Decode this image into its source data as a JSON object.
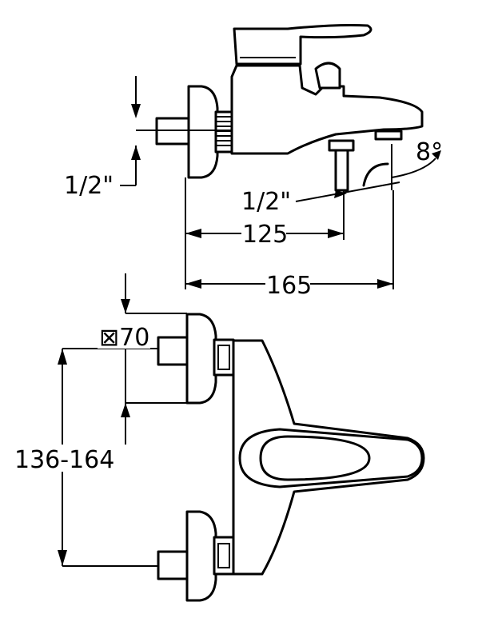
{
  "dimensions": {
    "inlet_thread_left": "1/2\"",
    "outlet_thread": "1/2\"",
    "spout_angle": "8°",
    "depth_to_outlet": "125",
    "total_depth": "165",
    "rosette_size": "⊠70",
    "center_distance": "136-164"
  }
}
